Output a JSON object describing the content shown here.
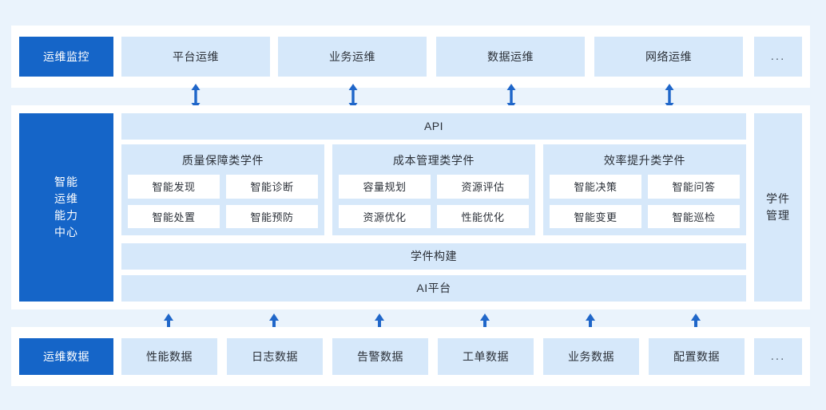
{
  "palette": {
    "page_background": "#eaf3fc",
    "panel_background": "#ffffff",
    "box_light": "#d6e8fa",
    "accent": "#1565c8",
    "arrow": "#1f66c9",
    "text": "#2b3038"
  },
  "top_row": {
    "label": "运维监控",
    "items": [
      {
        "label": "平台运维"
      },
      {
        "label": "业务运维"
      },
      {
        "label": "数据运维"
      },
      {
        "label": "网络运维"
      },
      {
        "label": "..."
      }
    ]
  },
  "middle": {
    "center_title_lines": [
      "智能",
      "运维",
      "能力",
      "中心"
    ],
    "api_bar": "API",
    "build_bar": "学件构建",
    "ai_bar": "AI平台",
    "right_column_lines": [
      "学件",
      "管理"
    ],
    "groups": [
      {
        "title": "质量保障类学件",
        "items": [
          "智能发现",
          "智能诊断",
          "智能处置",
          "智能预防"
        ]
      },
      {
        "title": "成本管理类学件",
        "items": [
          "容量规划",
          "资源评估",
          "资源优化",
          "性能优化"
        ]
      },
      {
        "title": "效率提升类学件",
        "items": [
          "智能决策",
          "智能问答",
          "智能变更",
          "智能巡检"
        ]
      }
    ]
  },
  "bottom_row": {
    "label": "运维数据",
    "items": [
      {
        "label": "性能数据"
      },
      {
        "label": "日志数据"
      },
      {
        "label": "告警数据"
      },
      {
        "label": "工单数据"
      },
      {
        "label": "业务数据"
      },
      {
        "label": "配置数据"
      },
      {
        "label": "..."
      }
    ]
  },
  "connectors": {
    "top_arrows": {
      "type": "double-headed-vertical",
      "count": 4
    },
    "bottom_arrows": {
      "type": "single-up",
      "count": 6
    }
  }
}
